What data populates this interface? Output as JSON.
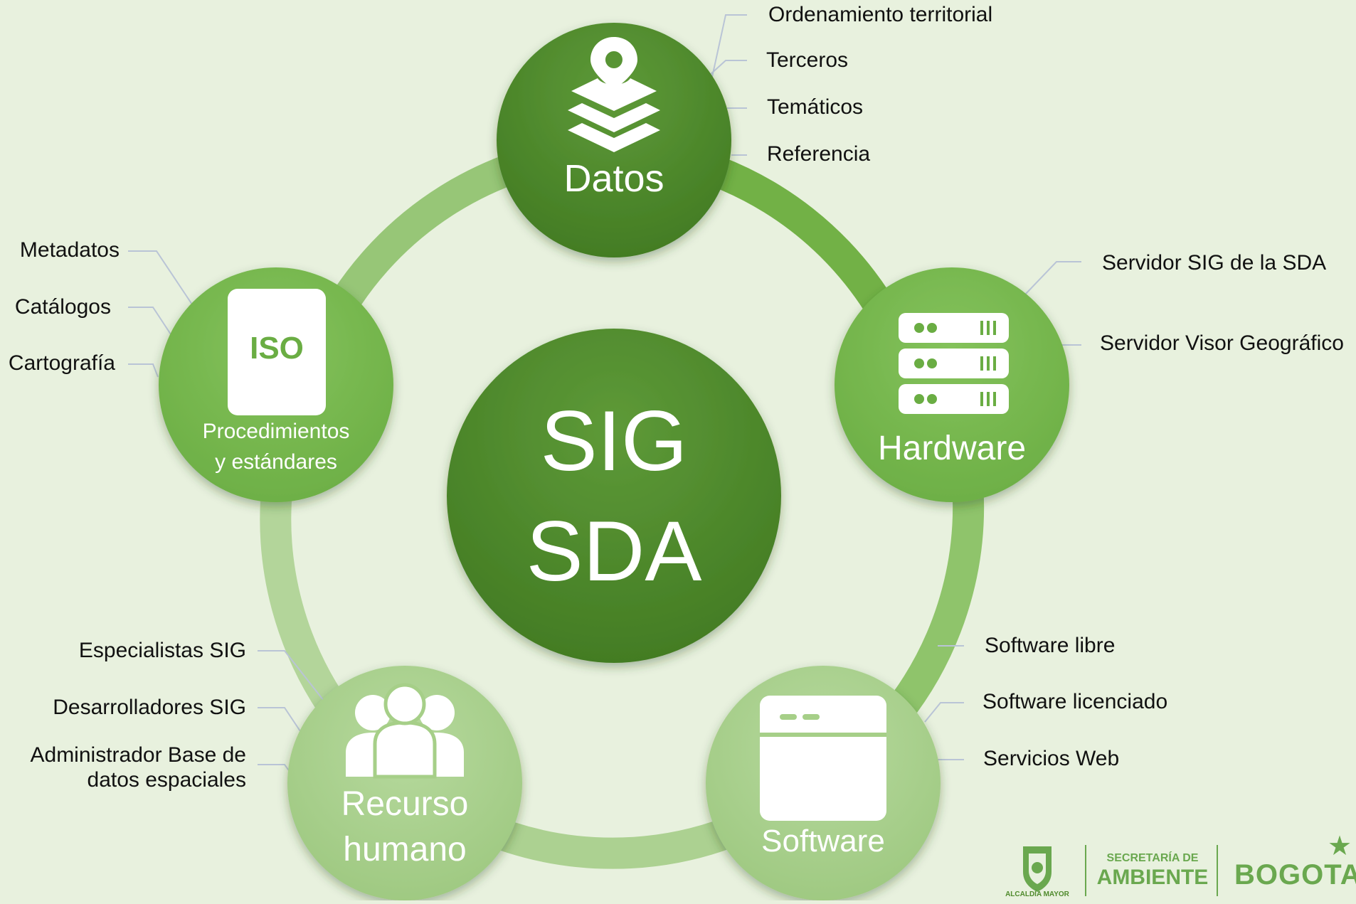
{
  "center": {
    "line1": "SIG",
    "line2": "SDA"
  },
  "nodes": {
    "datos": {
      "title": "Datos",
      "icon": "map-pin-layers-icon",
      "items": [
        "Ordenamiento territorial",
        "Terceros",
        "Temáticos",
        "Referencia"
      ]
    },
    "hardware": {
      "title": "Hardware",
      "icon": "server-rack-icon",
      "items": [
        "Servidor SIG de la SDA",
        "Servidor Visor Geográfico"
      ]
    },
    "software": {
      "title": "Software",
      "icon": "app-window-icon",
      "items": [
        "Software libre",
        "Software licenciado",
        "Servicios Web"
      ]
    },
    "recurso": {
      "title_line1": "Recurso",
      "title_line2": "humano",
      "icon": "people-group-icon",
      "items": [
        "Especialistas SIG",
        "Desarrolladores SIG",
        "Administrador Base de",
        "datos espaciales"
      ]
    },
    "procedimientos": {
      "title_line1": "Procedimientos",
      "title_line2": "y estándares",
      "icon": "iso-document-icon",
      "iso_text": "ISO",
      "items": [
        "Metadatos",
        "Catálogos",
        "Cartografía"
      ]
    }
  },
  "logos": {
    "alcaldia": "ALCALDÍA MAYOR",
    "secretaria_line1": "SECRETARÍA DE",
    "secretaria_line2": "AMBIENTE",
    "bogota": "BOGOTA"
  },
  "colors": {
    "background": "#e8f1de",
    "dark_green": "#4f8a2c",
    "mid_green": "#76b54e",
    "light_green": "#a9cf8e",
    "brand_green": "#6aa84f"
  }
}
